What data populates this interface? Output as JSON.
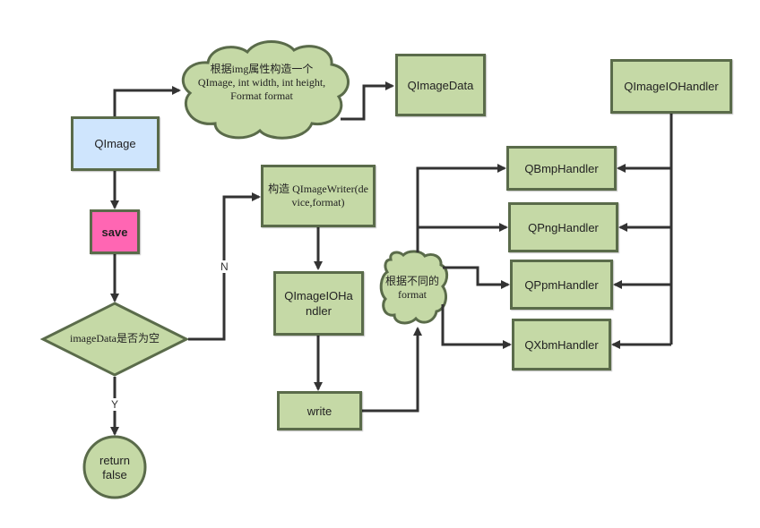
{
  "nodes": {
    "qimage": "QImage",
    "save": "save",
    "decision": "imageData是否为空",
    "return_false": "return false",
    "cloud_top": "根据img属性构造一个 QImage, int width, int height, Format format",
    "qimagedata": "QImageData",
    "qimagewriter": "构造 QImageWriter(device,format)",
    "qimageiohandler_mid": "QImageIOHandler",
    "write": "write",
    "cloud_format": "根据不同的format",
    "qimageiohandler_top": "QImageIOHandler",
    "qbmp": "QBmpHandler",
    "qpng": "QPngHandler",
    "qppm": "QPpmHandler",
    "qxbm": "QXbmHandler"
  },
  "edge_labels": {
    "no": "N",
    "yes": "Y"
  },
  "colors": {
    "box_fill": "#c5d9a6",
    "box_stroke": "#5a6b4a",
    "qimage_fill": "#cfe5fd",
    "save_fill": "#ff66b3",
    "line": "#333333"
  }
}
